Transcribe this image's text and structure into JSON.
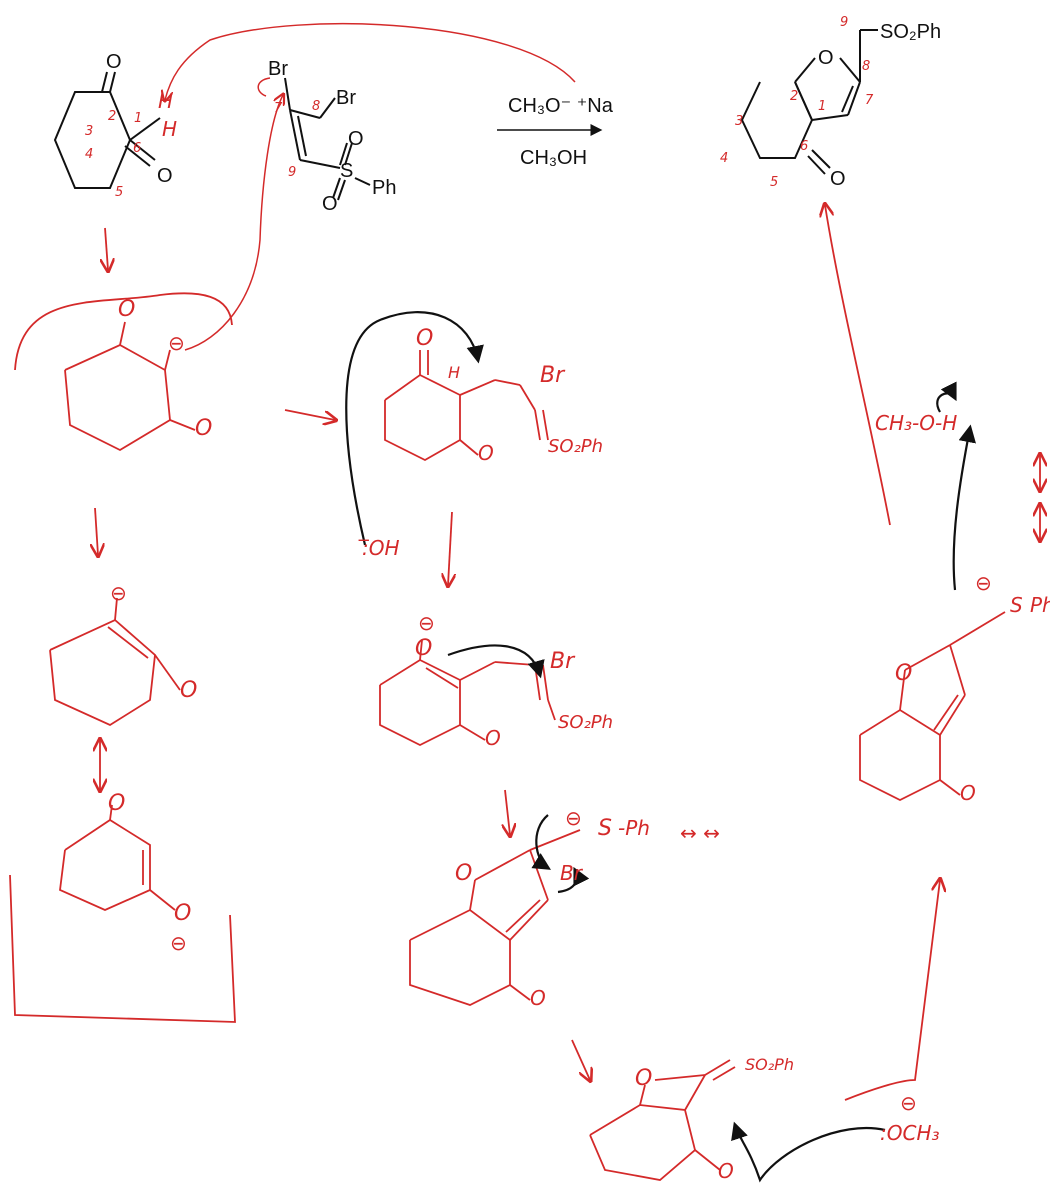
{
  "reaction": {
    "reagent_base": "CH₃O⁻ ⁺Na",
    "reagent_solvent": "CH₃OH",
    "sm1_o_top": "O",
    "sm1_o_right": "O",
    "sm1_h1": "H",
    "sm1_h2": "H",
    "sm2_br1": "Br",
    "sm2_br2": "Br",
    "sm2_s": "S",
    "sm2_o1": "O",
    "sm2_o2": "O",
    "sm2_ph": "Ph",
    "product_so2ph": "SO₂Ph",
    "product_o_ring": "O",
    "product_o_ketone": "O"
  },
  "atom_numbers": {
    "sm1": [
      "1",
      "2",
      "3",
      "4",
      "5",
      "6"
    ],
    "sm2": [
      "7",
      "8",
      "9"
    ],
    "product": [
      "1",
      "2",
      "3",
      "4",
      "5",
      "6",
      "7",
      "8",
      "9"
    ]
  },
  "mechanism": {
    "enolate_o": "O",
    "enolate_charge": "⊖",
    "alkylated_br": "Br",
    "alkylated_so2ph": "SO₂Ph",
    "alkylated_h": "H",
    "hydroxide": ":̅OH",
    "vinyl_br": "Br",
    "vinyl_so2ph": "SO₂Ph",
    "cyclized_s": "S",
    "cyclized_ph": "-Ph",
    "cyclized_br": "Br",
    "resonance_arrows": "↔ ↔",
    "methanol": "CH₃-O-H",
    "alkene_so2ph": "SO₂Ph",
    "methoxide": ":OCH₃",
    "final_s": "S",
    "final_ph": "Ph"
  }
}
